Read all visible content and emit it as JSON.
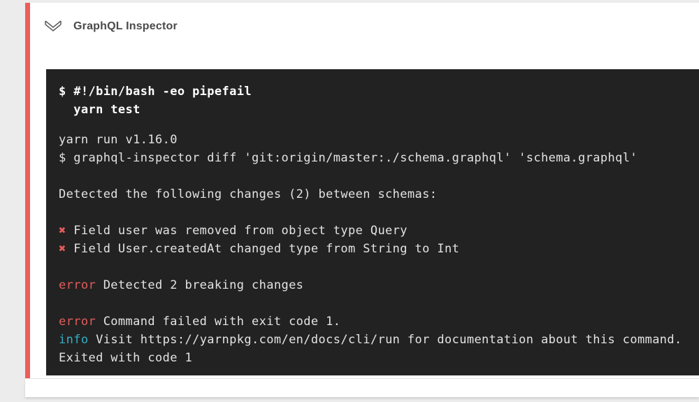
{
  "colors": {
    "page_background": "#ececec",
    "accent_red": "#ee5c5c",
    "terminal_background": "#222222",
    "terminal_text": "#e3e3e3",
    "error_red": "#e25c5c",
    "info_cyan": "#36aec5",
    "title_gray": "#4a4a4a"
  },
  "header": {
    "title": "GraphQL Inspector",
    "collapse_icon": "double-chevron-down-icon"
  },
  "terminal": {
    "command_lines": [
      "$ #!/bin/bash -eo pipefail",
      "  yarn test"
    ],
    "output_lines": [
      [
        {
          "text": "yarn run v1.16.0"
        }
      ],
      [
        {
          "text": "$ graphql-inspector diff 'git:origin/master:./schema.graphql' 'schema.graphql'"
        }
      ],
      [],
      [
        {
          "text": "Detected the following changes (2) between schemas:"
        }
      ],
      [],
      [
        {
          "text": "✖ ",
          "color": "red"
        },
        {
          "text": "Field user was removed from object type Query"
        }
      ],
      [
        {
          "text": "✖ ",
          "color": "red"
        },
        {
          "text": "Field User.createdAt changed type from String to Int"
        }
      ],
      [],
      [
        {
          "text": "error",
          "color": "red"
        },
        {
          "text": " Detected 2 breaking changes"
        }
      ],
      [],
      [
        {
          "text": "error",
          "color": "red"
        },
        {
          "text": " Command failed with exit code 1."
        }
      ],
      [
        {
          "text": "info",
          "color": "cyan"
        },
        {
          "text": " Visit https://yarnpkg.com/en/docs/cli/run for documentation about this command."
        }
      ],
      [
        {
          "text": "Exited with code 1"
        }
      ]
    ]
  }
}
